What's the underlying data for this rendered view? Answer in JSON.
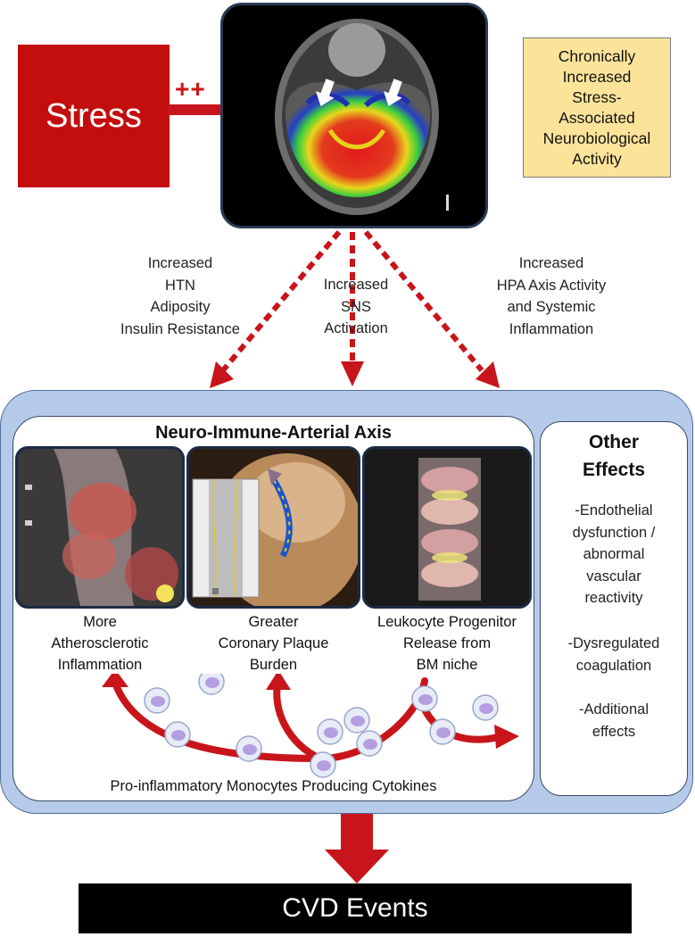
{
  "stress_label": "Stress",
  "plus_label": "++",
  "top_right_note": "Chronically Increased Stress-Associated Neurobiological Activity",
  "pathways": {
    "left": [
      "Increased",
      "HTN",
      "Adiposity",
      "Insulin Resistance"
    ],
    "center": [
      "Increased",
      "SNS",
      "Activation"
    ],
    "right": [
      "Increased",
      "HPA Axis Activity",
      "and Systemic",
      "Inflammation"
    ]
  },
  "axis_title": "Neuro-Immune-Arterial Axis",
  "panels": [
    {
      "caption": [
        "More",
        "Atherosclerotic",
        "Inflammation"
      ]
    },
    {
      "caption": [
        "Greater",
        "Coronary Plaque",
        "Burden"
      ]
    },
    {
      "caption": [
        "Leukocyte Progenitor",
        "Release from",
        "BM niche"
      ]
    }
  ],
  "monocyte_caption": "Pro-inflammatory Monocytes Producing Cytokines",
  "other_effects": {
    "title": [
      "Other",
      "Effects"
    ],
    "items": [
      [
        "-Endothelial",
        "dysfunction /",
        "abnormal",
        "vascular",
        "reactivity"
      ],
      [
        "-Dysregulated",
        "coagulation"
      ],
      [
        "-Additional",
        "effects"
      ]
    ]
  },
  "outcome": "CVD Events",
  "colors": {
    "stress_red": "#c40d0d",
    "arrow_red": "#c8151b",
    "note_yellow": "#fbe49a",
    "panel_blue": "#b6cbe9"
  }
}
